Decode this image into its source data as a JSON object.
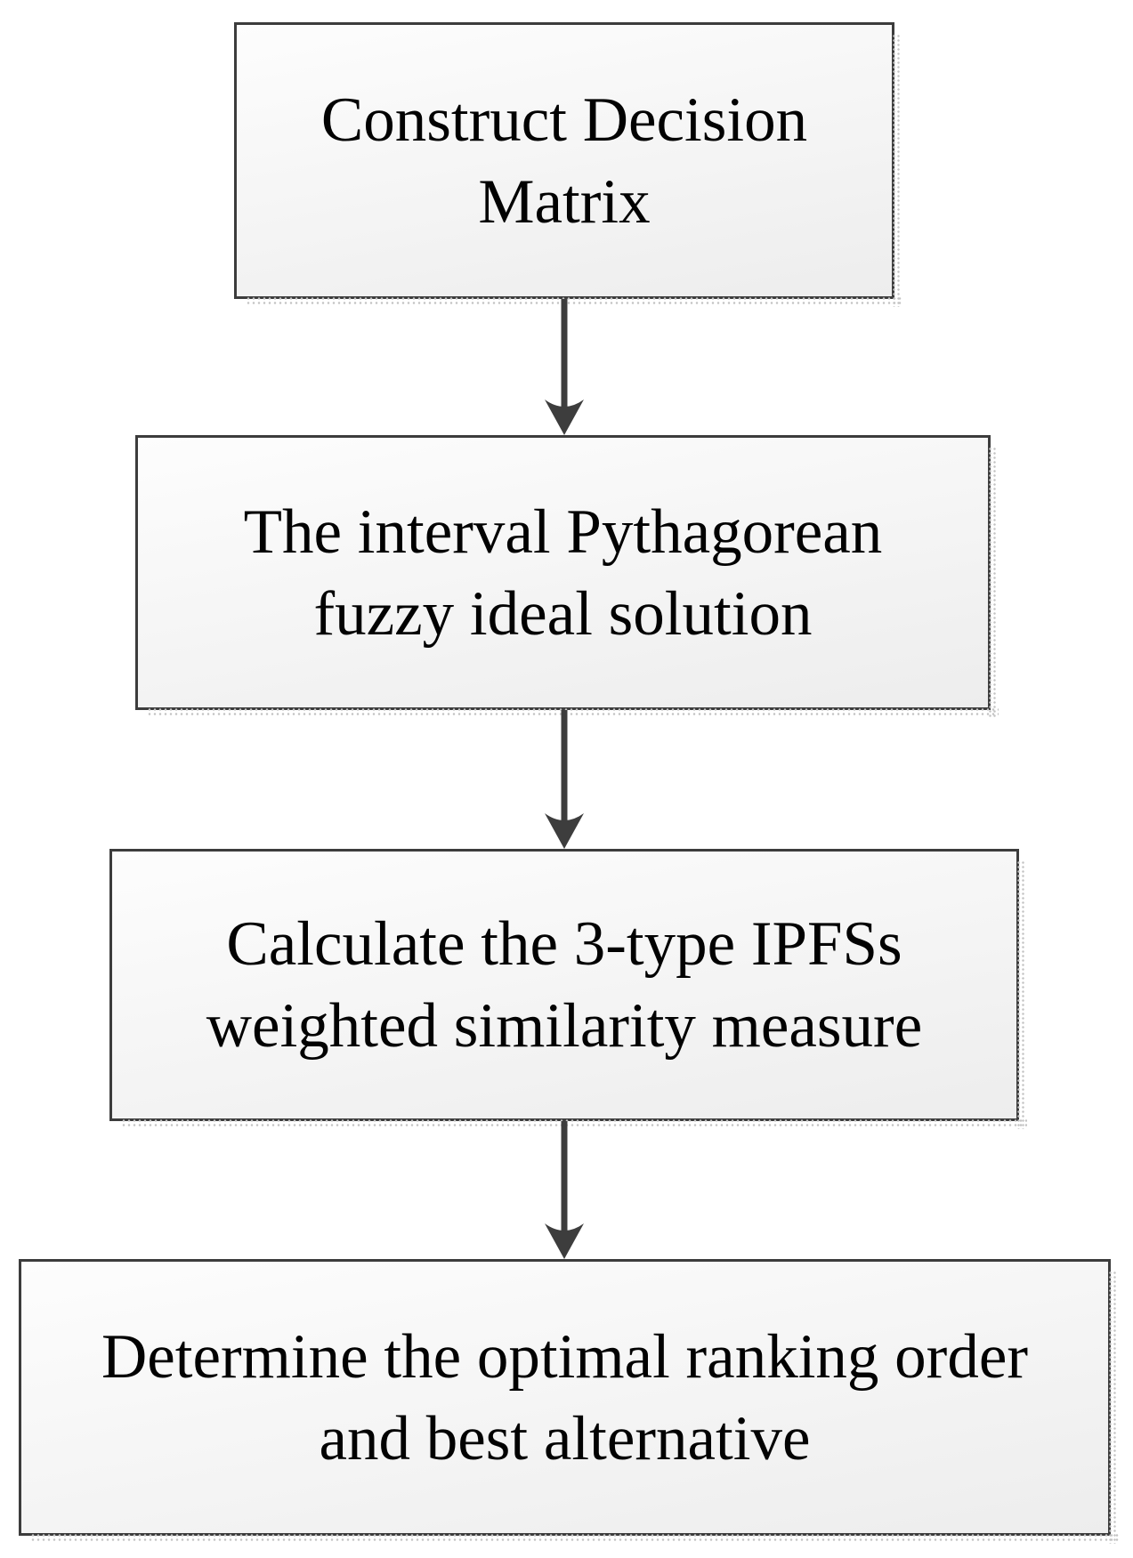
{
  "diagram": {
    "type": "flowchart",
    "direction": "top-down",
    "steps": [
      {
        "label": "Construct Decision Matrix",
        "lines": [
          "Construct Decision",
          "Matrix"
        ]
      },
      {
        "label": "The interval Pythagorean fuzzy ideal solution",
        "lines": [
          "The interval Pythagorean",
          "fuzzy ideal solution"
        ]
      },
      {
        "label": "Calculate the 3-type IPFSs weighted similarity measure",
        "lines": [
          "Calculate the 3-type IPFSs",
          "weighted similarity measure"
        ]
      },
      {
        "label": "Determine the optimal ranking order and best alternative",
        "lines": [
          "Determine the optimal ranking order",
          "and best alternative"
        ]
      }
    ],
    "connectors": [
      {
        "from": 1,
        "to": 2,
        "icon": "arrow-down"
      },
      {
        "from": 2,
        "to": 3,
        "icon": "arrow-down"
      },
      {
        "from": 3,
        "to": 4,
        "icon": "arrow-down"
      }
    ]
  },
  "colors": {
    "box-border": "#3c3c3c",
    "arrow": "#3d3d3d",
    "text": "#020202",
    "box-fill-top": "#fdfdfd",
    "box-fill-bottom": "#ededed",
    "shadow-dot": "#c2c2c2",
    "background": "#ffffff"
  }
}
